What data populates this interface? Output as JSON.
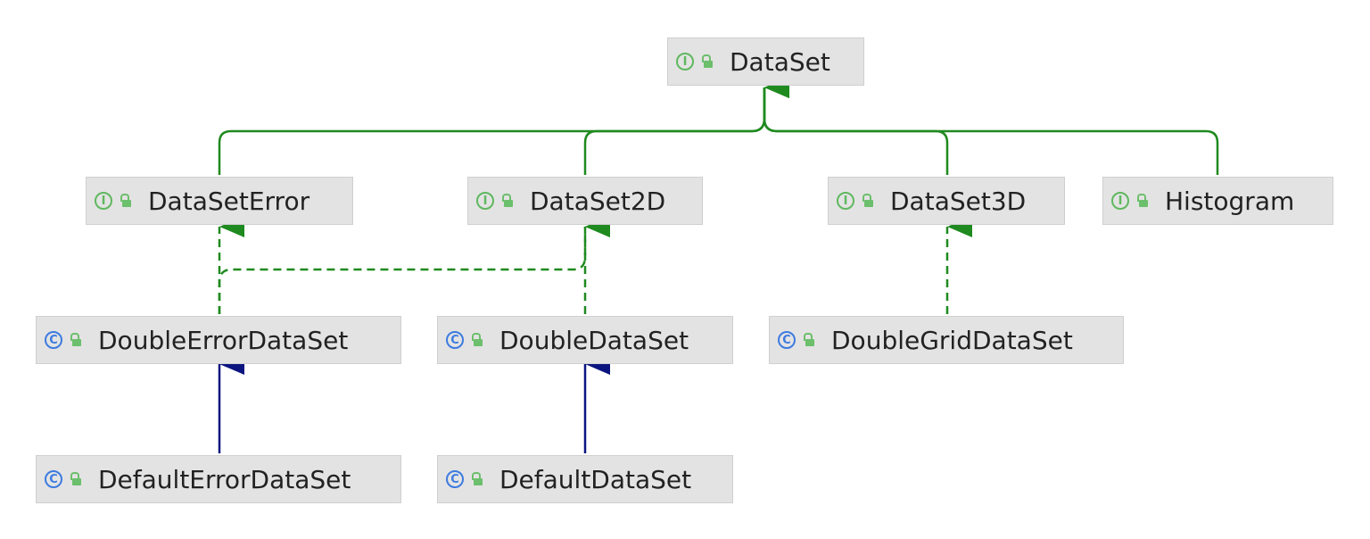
{
  "diagram": {
    "nodes": {
      "dataset": {
        "kind": "interface",
        "badge": "I",
        "label": "DataSet"
      },
      "dataseterror": {
        "kind": "interface",
        "badge": "I",
        "label": "DataSetError"
      },
      "dataset2d": {
        "kind": "interface",
        "badge": "I",
        "label": "DataSet2D"
      },
      "dataset3d": {
        "kind": "interface",
        "badge": "I",
        "label": "DataSet3D"
      },
      "histogram": {
        "kind": "interface",
        "badge": "I",
        "label": "Histogram"
      },
      "doubleerrordataset": {
        "kind": "class",
        "badge": "C",
        "label": "DoubleErrorDataSet"
      },
      "doubledataset": {
        "kind": "class",
        "badge": "C",
        "label": "DoubleDataSet"
      },
      "doublegriddataset": {
        "kind": "class",
        "badge": "C",
        "label": "DoubleGridDataSet"
      },
      "defaulterrordataset": {
        "kind": "class",
        "badge": "C",
        "label": "DefaultErrorDataSet"
      },
      "defaultdataset": {
        "kind": "class",
        "badge": "C",
        "label": "DefaultDataSet"
      }
    },
    "colors": {
      "interface_extends": "#1f8a1f",
      "implements": "#1f8a1f",
      "class_extends": "#0b1580",
      "interface_badge": "#5fb85f",
      "class_badge": "#3d7be0",
      "lock": "#6cbf6c",
      "node_fill": "#e3e3e3"
    }
  }
}
